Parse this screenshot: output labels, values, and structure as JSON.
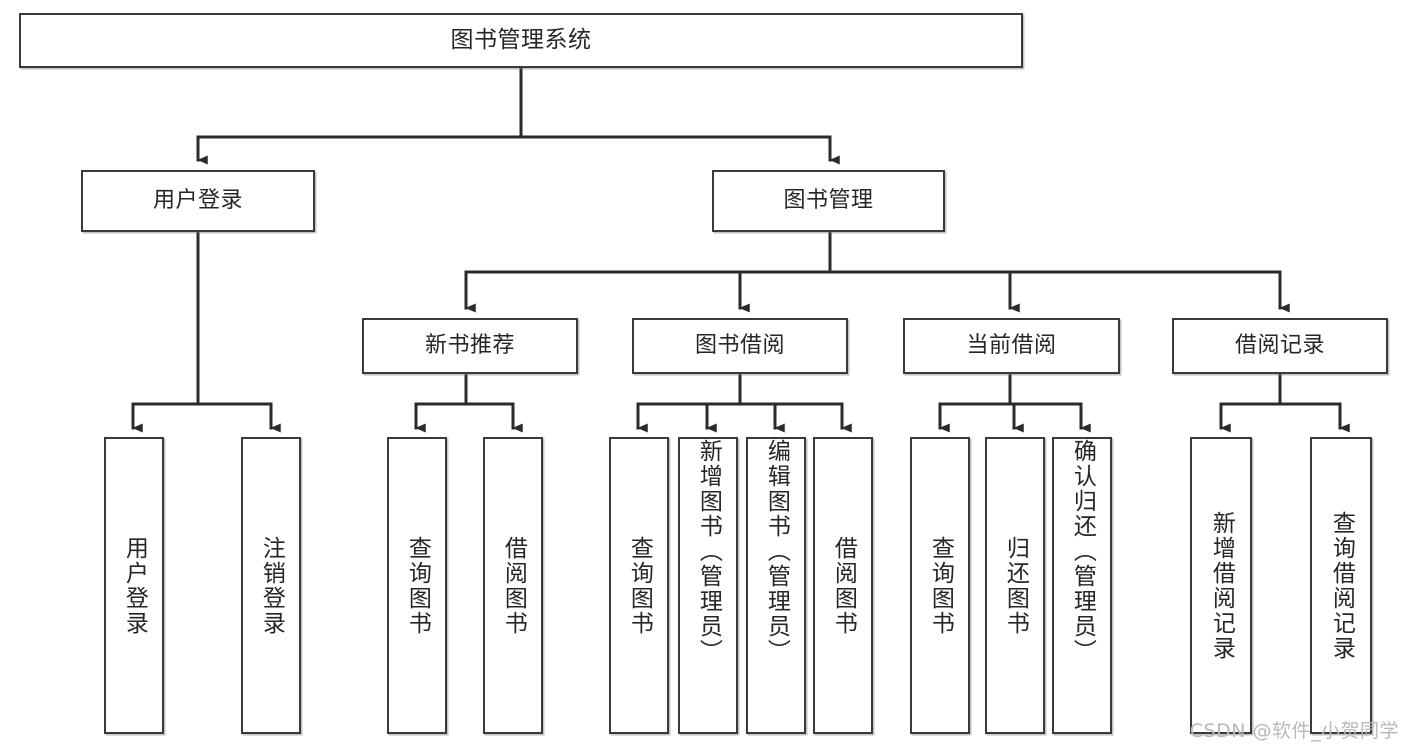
{
  "diagram": {
    "title": "图书管理系统",
    "type": "tree-hierarchy-diagram",
    "orientation": "top-down",
    "colors": {
      "box_border": "#3a3a3a",
      "box_fill": "#ffffff",
      "connector": "#2b2b2b",
      "text": "#262626",
      "watermark": "#b9b9b9"
    }
  },
  "root": {
    "label": "图书管理系统"
  },
  "level1": [
    {
      "label": "用户登录"
    },
    {
      "label": "图书管理"
    }
  ],
  "level2": [
    {
      "label": "新书推荐"
    },
    {
      "label": "图书借阅"
    },
    {
      "label": "当前借阅"
    },
    {
      "label": "借阅记录"
    }
  ],
  "leaves": {
    "user_login": [
      {
        "label": "用户登录"
      },
      {
        "label": "注销登录"
      }
    ],
    "new_book_recommend": [
      {
        "label": "查询图书"
      },
      {
        "label": "借阅图书"
      }
    ],
    "book_borrow": [
      {
        "label": "查询图书"
      },
      {
        "label": "新增图书（管理员）"
      },
      {
        "label": "编辑图书（管理员）"
      },
      {
        "label": "借阅图书"
      }
    ],
    "current_borrow": [
      {
        "label": "查询图书"
      },
      {
        "label": "归还图书"
      },
      {
        "label": "确认归还（管理员）"
      }
    ],
    "borrow_record": [
      {
        "label": "新增借阅记录"
      },
      {
        "label": "查询借阅记录"
      }
    ]
  },
  "watermark": {
    "text": "CSDN @软件_小贺同学"
  }
}
